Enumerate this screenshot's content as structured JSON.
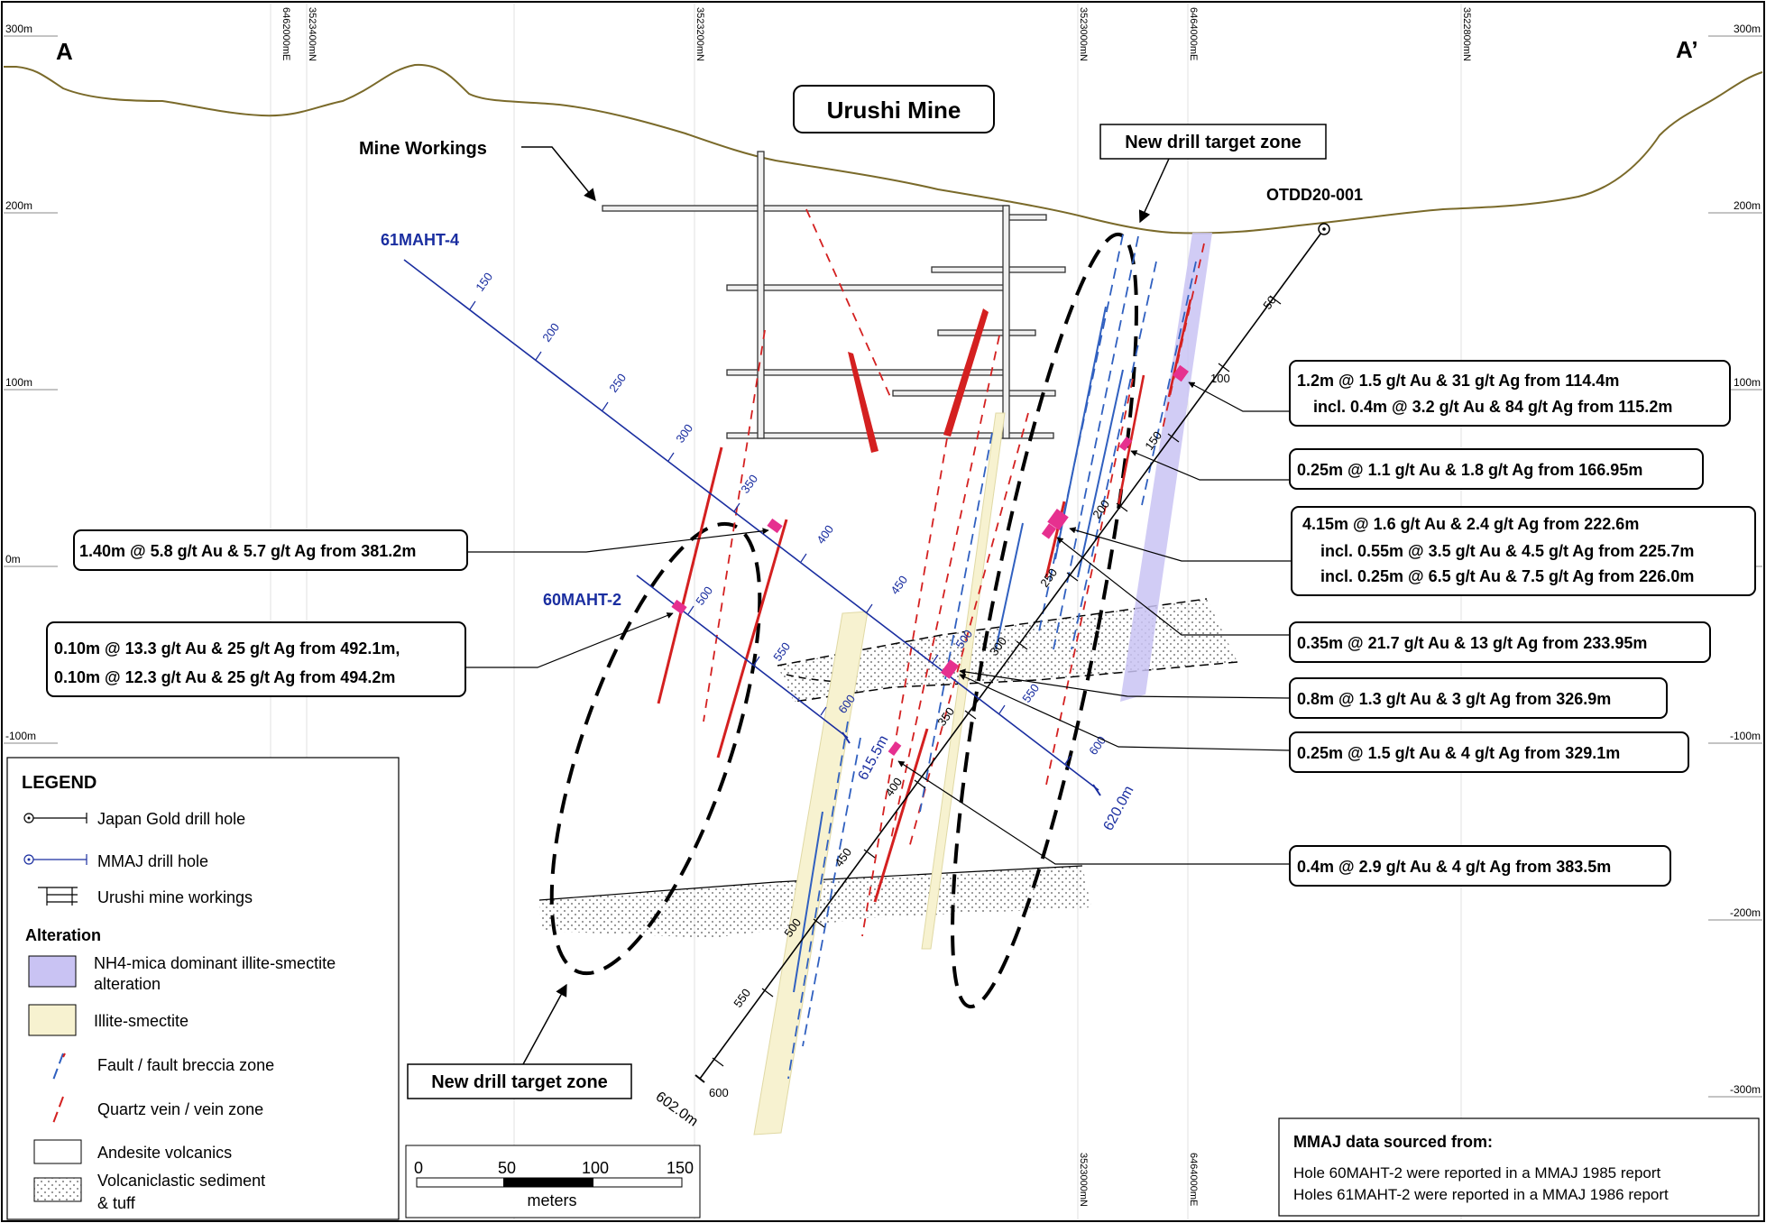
{
  "section": {
    "end_left": "A",
    "end_right": "A’",
    "title": "Urushi Mine",
    "elevations": [
      "300m",
      "200m",
      "100m",
      "0m",
      "-100m",
      "-200m",
      "-300m"
    ],
    "grid_top": [
      "6462000mE",
      "3523400mN",
      "3523200mN",
      "3523000mN",
      "6464000mE",
      "3522800mN"
    ],
    "grid_bottom": [
      "3523000mN",
      "6464000mE"
    ]
  },
  "labels": {
    "mine_workings": "Mine Workings",
    "target_top": "New drill target zone",
    "target_bottom": "New drill target zone"
  },
  "holes": {
    "otdd": {
      "name": "OTDD20-001",
      "depth": "602.0m",
      "ticks": [
        "50",
        "100",
        "150",
        "200",
        "250",
        "300",
        "350",
        "400",
        "450",
        "500",
        "550",
        "600"
      ]
    },
    "maht4": {
      "name": "61MAHT-4",
      "depth": "620.0m",
      "ticks": [
        "150",
        "200",
        "250",
        "300",
        "350",
        "400",
        "450",
        "500",
        "550",
        "600"
      ]
    },
    "maht2": {
      "name": "60MAHT-2",
      "depth": "615.5m",
      "ticks": [
        "500",
        "550",
        "600"
      ]
    }
  },
  "intercepts": [
    {
      "lines": [
        "1.2m @ 1.5 g/t Au & 31 g/t Ag from 114.4m",
        "incl. 0.4m @ 3.2 g/t Au & 84 g/t Ag from 115.2m"
      ]
    },
    {
      "lines": [
        "0.25m @ 1.1 g/t Au & 1.8 g/t Ag from 166.95m"
      ]
    },
    {
      "lines": [
        "4.15m @ 1.6 g/t Au & 2.4 g/t Ag from 222.6m",
        "incl. 0.55m @ 3.5 g/t Au & 4.5 g/t Ag from 225.7m",
        "incl. 0.25m @ 6.5 g/t Au & 7.5 g/t Ag from 226.0m"
      ]
    },
    {
      "lines": [
        "0.35m @ 21.7 g/t Au & 13 g/t Ag from 233.95m"
      ]
    },
    {
      "lines": [
        "0.8m @ 1.3 g/t Au & 3 g/t Ag from 326.9m"
      ]
    },
    {
      "lines": [
        "0.25m @ 1.5 g/t Au & 4 g/t Ag from 329.1m"
      ]
    },
    {
      "lines": [
        "0.4m @ 2.9 g/t Au & 4 g/t Ag from 383.5m"
      ]
    },
    {
      "lines": [
        "1.40m @ 5.8 g/t Au & 5.7 g/t Ag from 381.2m"
      ]
    },
    {
      "lines": [
        "0.10m @ 13.3 g/t Au & 25 g/t Ag from 492.1m,",
        "0.10m @ 12.3 g/t Au & 25 g/t Ag from 494.2m"
      ]
    }
  ],
  "legend": {
    "title": "LEGEND",
    "jg_hole": "Japan Gold drill hole",
    "mmaj_hole": "MMAJ drill hole",
    "workings": "Urushi mine workings",
    "alteration_heading": "Alteration",
    "nh4_line1": "NH4-mica dominant illite-smectite",
    "nh4_line2": "alteration",
    "illite": "Illite-smectite",
    "fault": "Fault / fault breccia zone",
    "vein": "Quartz vein / vein zone",
    "andesite": "Andesite volcanics",
    "volc_line1": "Volcaniclastic sediment",
    "volc_line2": "& tuff"
  },
  "scale": {
    "ticks": [
      "0",
      "50",
      "100",
      "150"
    ],
    "unit": "meters"
  },
  "source": {
    "title": "MMAJ data sourced from:",
    "line1": "Hole 60MAHT-2 were reported in a MMAJ 1985 report",
    "line2": "Holes 61MAHT-2 were reported in a MMAJ 1986 report"
  },
  "colors": {
    "topo": "#7a6a2a",
    "mmaj_blue": "#1a2ea0",
    "vein_red": "#d42020",
    "fault_blue": "#3060c0",
    "nh4_fill": "#c9c3f3",
    "illite_fill": "#f7f2d0",
    "sample_magenta": "#e6308f"
  }
}
